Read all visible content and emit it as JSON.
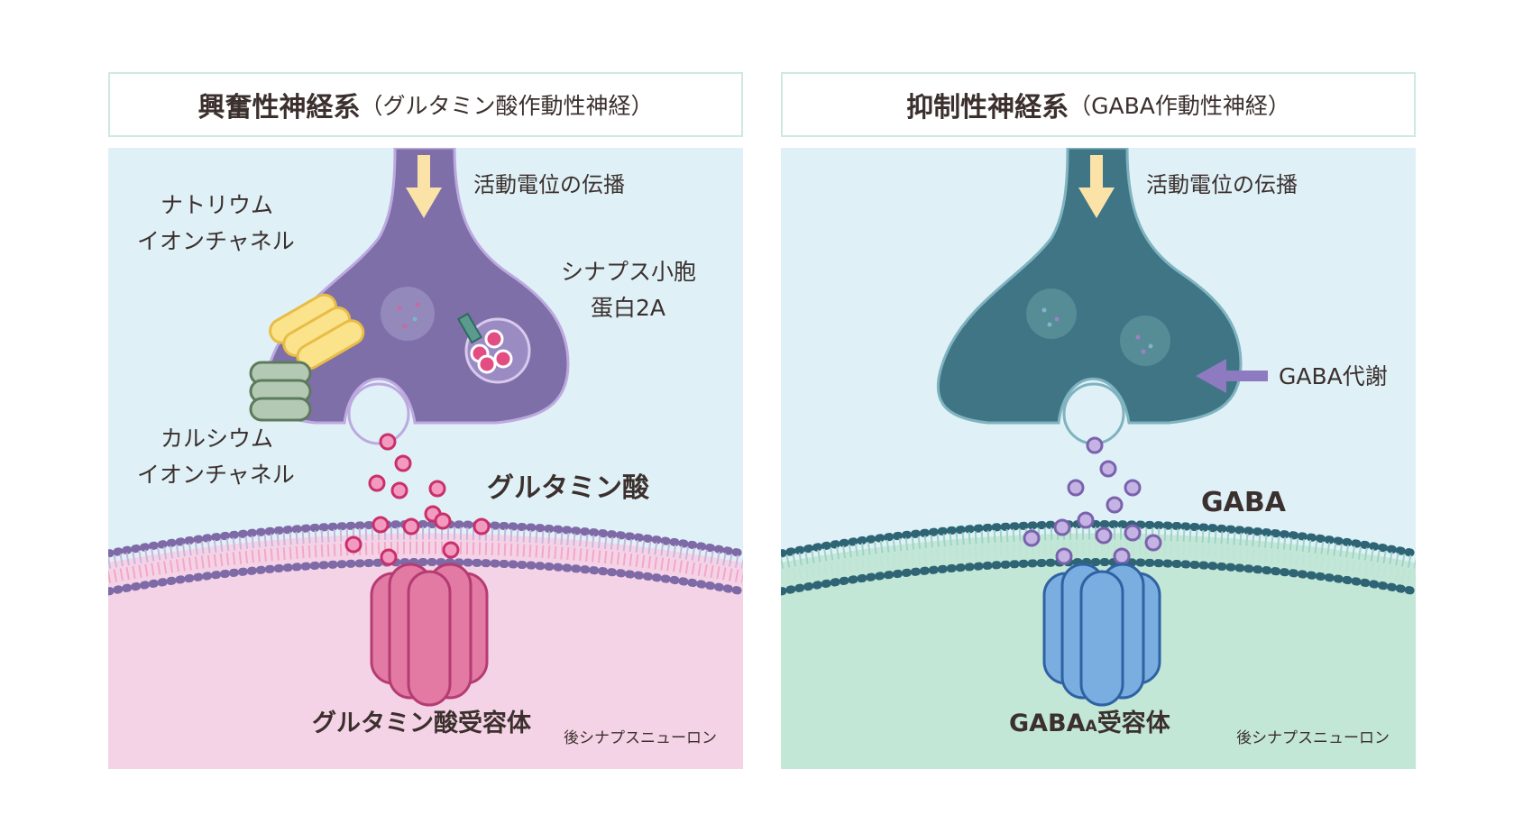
{
  "left": {
    "title_main": "興奮性神経系",
    "title_sub": "（グルタミン酸作動性神経）",
    "action_potential": "活動電位の伝播",
    "sodium_label_1": "ナトリウム",
    "sodium_label_2": "イオンチャネル",
    "calcium_label_1": "カルシウム",
    "calcium_label_2": "イオンチャネル",
    "sv2a_label_1": "シナプス小胞",
    "sv2a_label_2": "蛋白2A",
    "neurotransmitter": "グルタミン酸",
    "receptor": "グルタミン酸受容体",
    "postsynaptic": "後シナプスニューロン"
  },
  "right": {
    "title_main": "抑制性神経系",
    "title_sub": "（GABA作動性神経）",
    "action_potential": "活動電位の伝播",
    "metabolism": "GABA代謝",
    "neurotransmitter": "GABA",
    "receptor_main": "GABA",
    "receptor_sub": "A",
    "receptor_tail": "受容体",
    "postsynaptic": "後シナプスニューロン"
  },
  "colors": {
    "background_top": "#dff1f7",
    "left_bottom": "#f5d3e6",
    "right_bottom": "#c3e7d6",
    "left_neuron": "#7f6fa8",
    "right_neuron": "#3f7585",
    "glutamate": "#e24d82",
    "gaba": "#9b82c4",
    "glutamate_receptor": "#e27aa3",
    "gaba_receptor": "#7aaee0",
    "arrow": "#fbe3a8"
  }
}
